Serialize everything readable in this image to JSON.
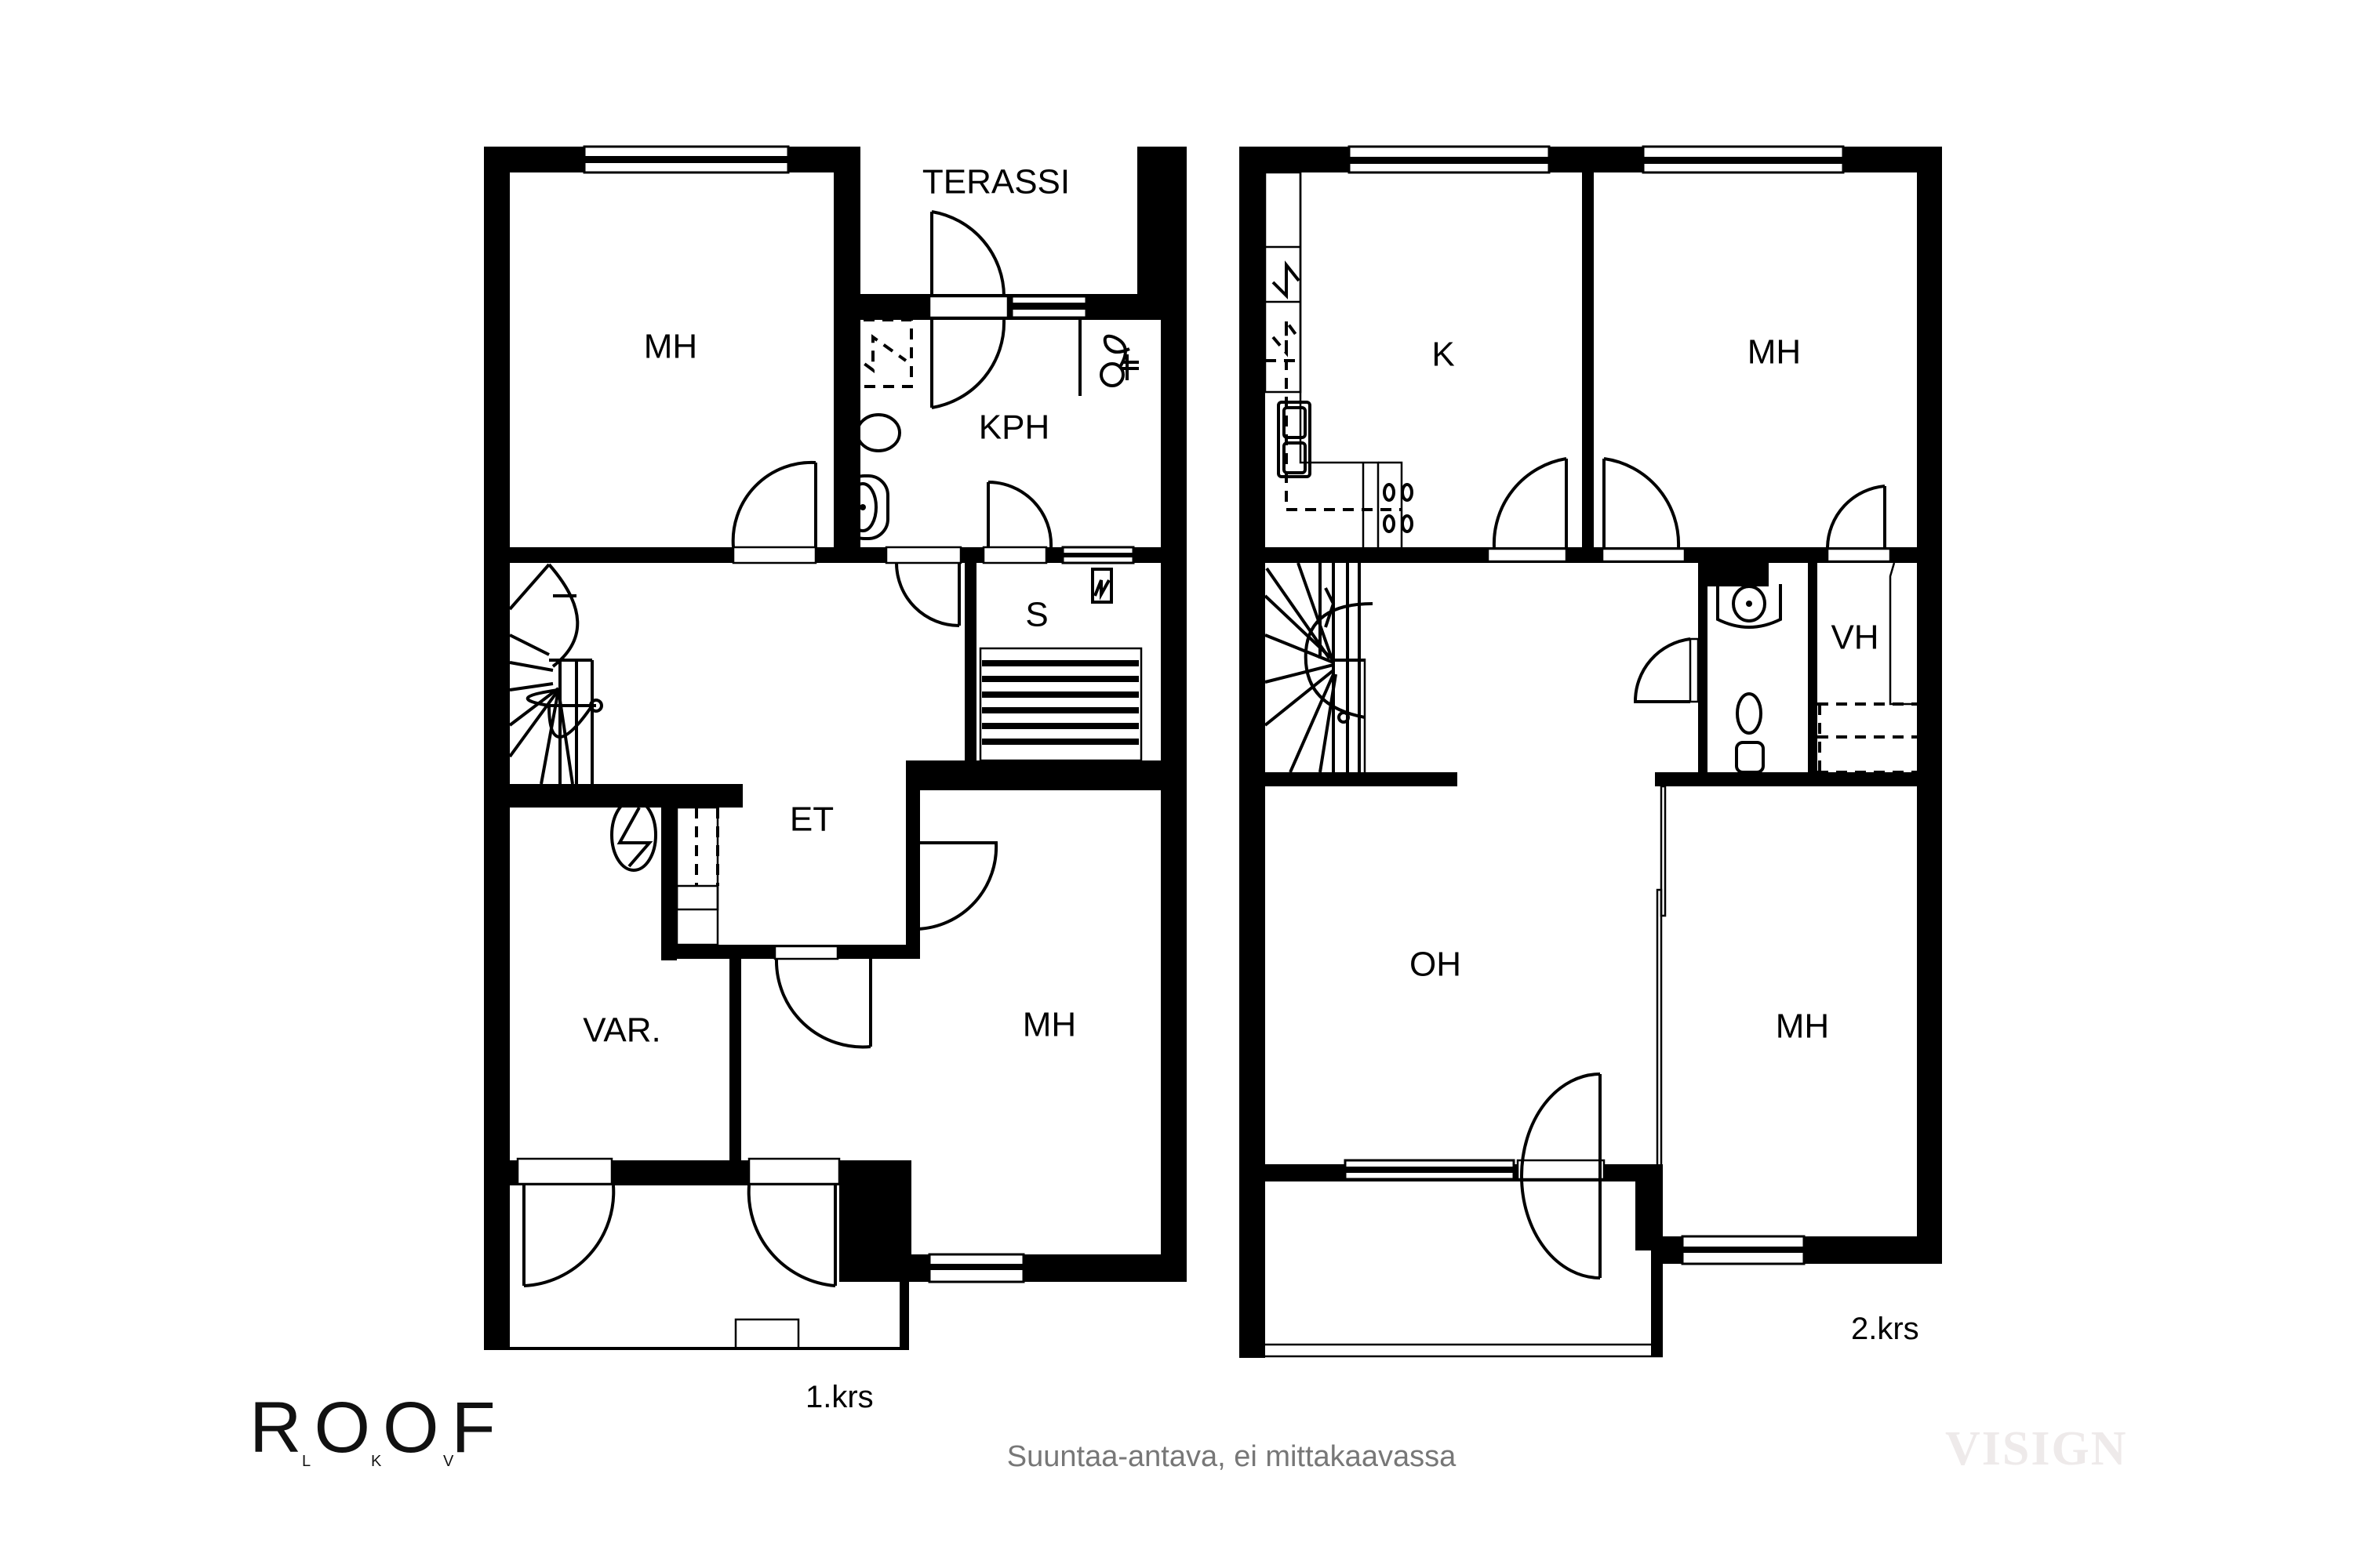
{
  "floor1": {
    "label": "1.krs",
    "rooms": {
      "mh_top": "MH",
      "terassi": "TERASSI",
      "kph": "KPH",
      "s": "S",
      "et": "ET",
      "var": "VAR.",
      "mh_bottom": "MH"
    }
  },
  "floor2": {
    "label": "2.krs",
    "rooms": {
      "k": "K",
      "mh_top": "MH",
      "vh": "VH",
      "oh": "OH",
      "mh_bottom": "MH"
    }
  },
  "footer": {
    "logo": "ROOF",
    "logo_sub": [
      "L",
      "K",
      "V"
    ],
    "caption": "Suuntaa-antava, ei mittakaavassa",
    "watermark": "VISIGN"
  },
  "colors": {
    "wall": "#000000",
    "caption": "#777777",
    "watermark": "#eeeaea"
  }
}
